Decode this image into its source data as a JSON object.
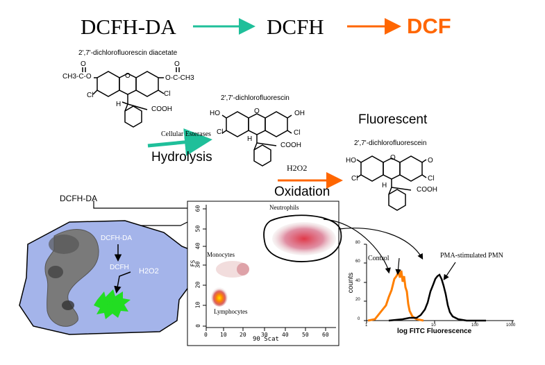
{
  "header": {
    "dcfhda": "DCFH-DA",
    "dcfh": "DCFH",
    "dcf": "DCF"
  },
  "molecule1": {
    "name": "2',7'-dichlorofluorescin diacetate",
    "o1": "O",
    "o2": "O",
    "left_group": "CH3-C-O",
    "ring_o": "O",
    "right_group": "O-C-CH3",
    "cl_left": "Cl",
    "cl_right": "Cl",
    "h": "H",
    "cooh": "COOH"
  },
  "molecule2": {
    "name": "2',7'-dichlorofluorescin",
    "ho": "HO",
    "ring_o": "O",
    "oh": "OH",
    "cl_left": "Cl",
    "cl_right": "Cl",
    "h": "H",
    "cooh": "COOH"
  },
  "molecule3": {
    "name": "2',7'-dichlorofluorescein",
    "ho": "HO",
    "ring_o": "O",
    "o": "O",
    "cl_left": "Cl",
    "cl_right": "Cl",
    "h": "H",
    "cooh": "COOH"
  },
  "labels": {
    "cellular_esterases": "Cellular Esterases",
    "hydrolysis": "Hydrolysis",
    "h2o2": "H2O2",
    "oxidation": "Oxidation",
    "fluorescent": "Fluorescent",
    "dcfhda_left": "DCFH-DA"
  },
  "cell": {
    "dcfhda": "DCFH-DA",
    "dcfh": "DCFH",
    "h2o2": "H2O2",
    "dcf": "DCF"
  },
  "scatter": {
    "ylabel": "FS",
    "xlabel": "90 Scat",
    "yticks": [
      "0",
      "10",
      "20",
      "30",
      "40",
      "50",
      "60"
    ],
    "xticks": [
      "0",
      "10",
      "20",
      "30",
      "40",
      "50",
      "60"
    ],
    "neutrophils": "Neutrophils",
    "monocytes": "Monocytes",
    "lymphocytes": "Lymphocytes"
  },
  "histogram": {
    "ylabel": "counts",
    "xlabel": "log FITC Fluorescence",
    "yticks": [
      "0",
      "20",
      "40",
      "60",
      "80"
    ],
    "xticks": [
      "1",
      "10",
      "100",
      "1000"
    ],
    "control": "Control",
    "pma": "PMA-stimulated PMN"
  },
  "colors": {
    "teal": "#1fbf9a",
    "orange": "#ff6600",
    "cell": "#a4b4ea",
    "green": "#22dd22"
  }
}
